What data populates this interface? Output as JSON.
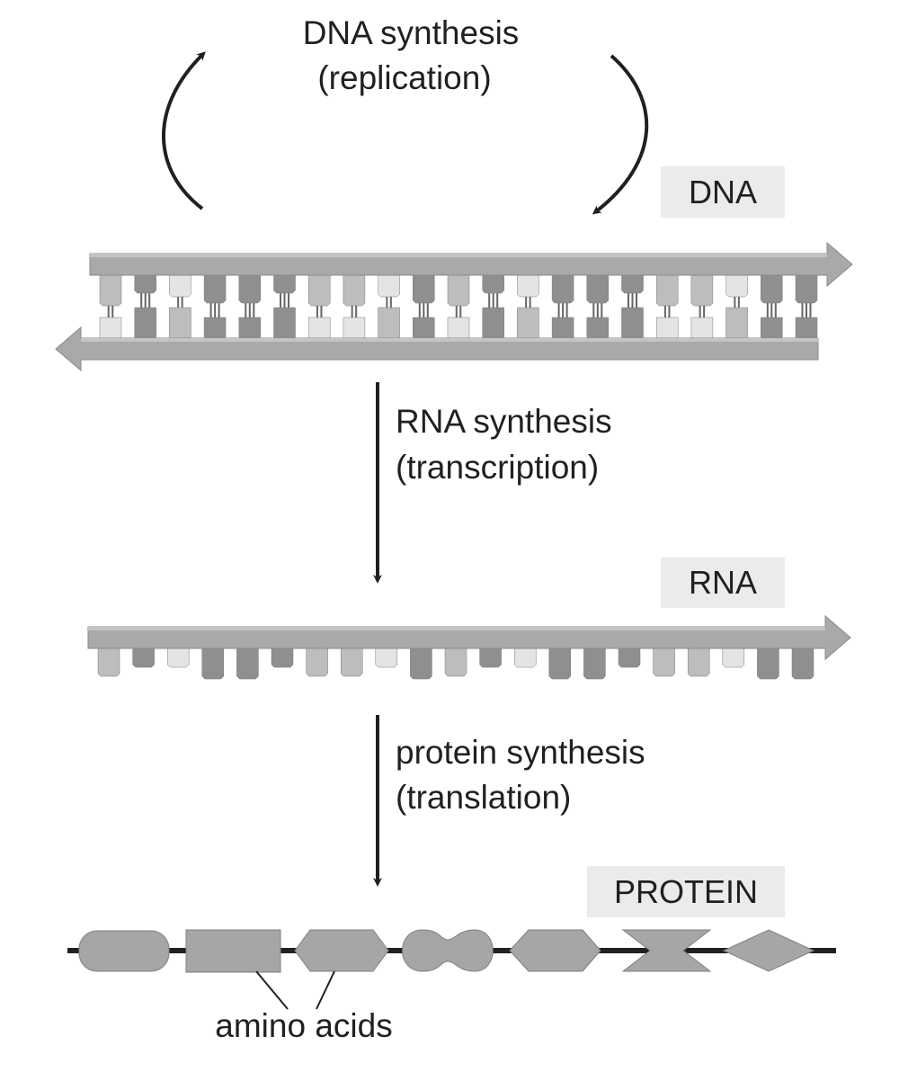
{
  "replication": {
    "title": "DNA synthesis",
    "subtitle": "(replication)"
  },
  "transcription": {
    "title": "RNA synthesis",
    "subtitle": "(transcription)"
  },
  "translation": {
    "title": "protein synthesis",
    "subtitle": "(translation)"
  },
  "labels": {
    "dna": "DNA",
    "rna": "RNA",
    "protein": "PROTEIN",
    "amino_acids": "amino acids"
  },
  "colors": {
    "backbone": "#a9a9a9",
    "base_dark": "#8f8f8f",
    "base_mid": "#bdbdbd",
    "base_light": "#e4e4e4",
    "label_box": "#ebebeb",
    "arrow": "#231f20"
  }
}
